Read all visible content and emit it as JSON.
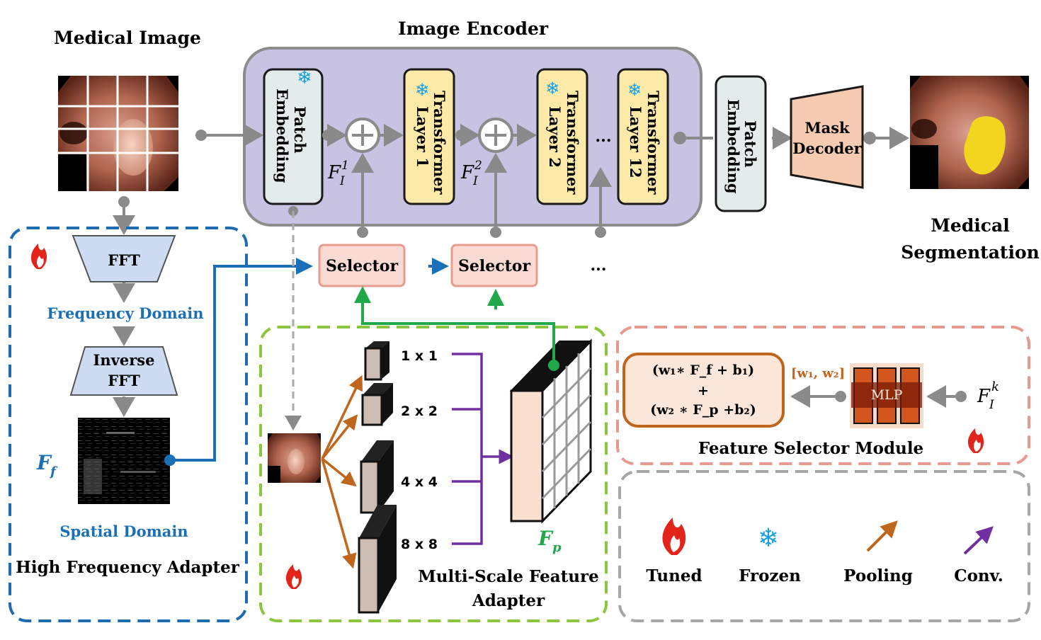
{
  "labels": {
    "medical_image": "Medical Image",
    "image_encoder": "Image Encoder",
    "patch_embedding_line1": "Patch",
    "patch_embedding_line2": "Embedding",
    "transformer_line1": "Transformer",
    "layer1": "Layer 1",
    "layer2": "Layer 2",
    "layer12": "Layer 12",
    "ellipsis": "...",
    "mask_line1": "Mask",
    "mask_line2": "Decoder",
    "medical_seg_line1": "Medical",
    "medical_seg_line2": "Segmentation",
    "fi_base": "F",
    "fi_sub": "I",
    "fi_sup1": "1",
    "fi_sup2": "2",
    "fi_supk": "k",
    "fft": "FFT",
    "frequency_domain": "Frequency Domain",
    "inverse_line1": "Inverse",
    "inverse_line2": "FFT",
    "ff_base": "F",
    "ff_sub": "f",
    "spatial_domain": "Spatial Domain",
    "hfa": "High Frequency Adapter",
    "selector": "Selector",
    "scale_1": "1 x 1",
    "scale_2": "2 x 2",
    "scale_4": "4 x 4",
    "scale_8": "8 x 8",
    "fp_base": "F",
    "fp_sub": "p",
    "msfa_line1": "Multi-Scale Feature",
    "msfa_line2": "Adapter",
    "formula_line1": "(w₁∗ F_f + b₁)",
    "formula_plus": "+",
    "formula_line3": "(w₂ ∗ F_p +b₂)",
    "weights": "[w₁, w₂]",
    "mlp": "MLP",
    "fsm": "Feature Selector Module",
    "legend_tuned": "Tuned",
    "legend_frozen": "Frozen",
    "legend_pooling": "Pooling",
    "legend_conv": "Conv."
  },
  "colors": {
    "encoder_fill": "#c9c3e3",
    "transformer_fill": "#fde9a8",
    "patch_fill": "#e4ebeb",
    "mask_fill": "#f6cbb1",
    "fft_fill": "#cddcf2",
    "selector_fill": "#f9dbd3",
    "selector_border": "#e89c90",
    "blue": "#1b6fb5",
    "green": "#20a84a",
    "orange": "#c0651c",
    "purple": "#7030a0",
    "gray_line": "#8a8a8a",
    "hfa_border": "#1e6bb0",
    "msfa_border": "#8cc63f",
    "fsm_border": "#e8998f",
    "legend_border": "#a6a6a6"
  }
}
